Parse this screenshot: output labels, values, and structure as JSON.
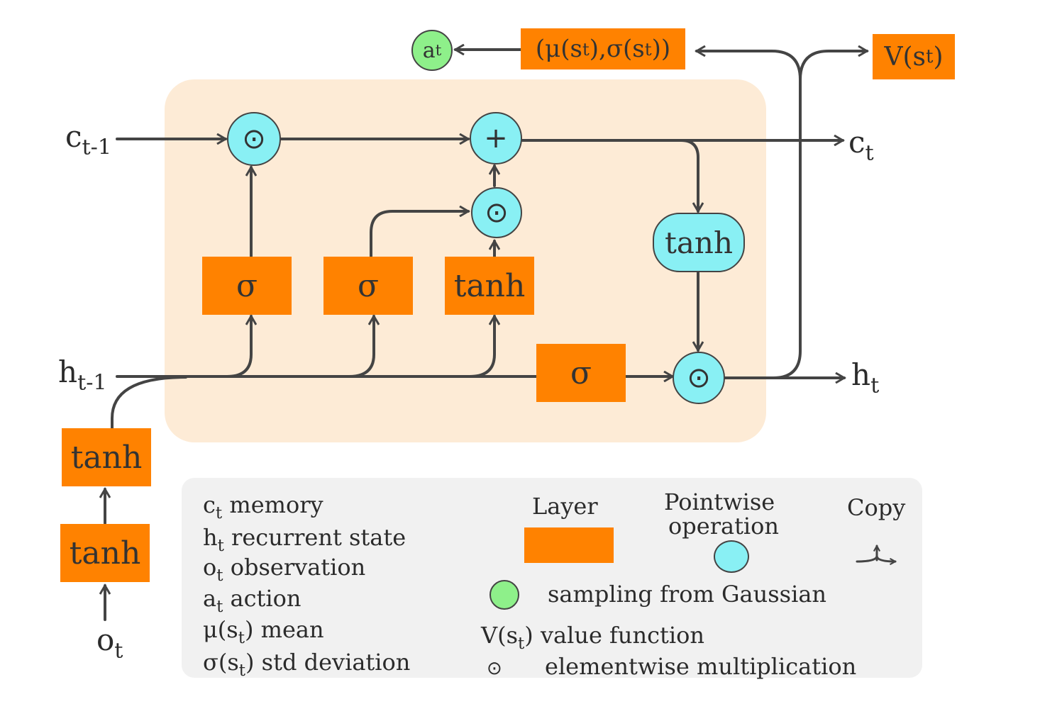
{
  "inputs": {
    "c_prev": {
      "base": "c",
      "sub": "t-1"
    },
    "h_prev": {
      "base": "h",
      "sub": "t-1"
    },
    "obs": {
      "base": "o",
      "sub": "t"
    }
  },
  "outputs": {
    "c_next": {
      "base": "c",
      "sub": "t"
    },
    "h_next": {
      "base": "h",
      "sub": "t"
    },
    "action": {
      "base": "a",
      "sub": "t"
    },
    "policy": {
      "p1": "(μ(s",
      "s1": "t",
      "p2": "),σ(s",
      "s2": "t",
      "p3": "))"
    },
    "value": {
      "p1": "V(s",
      "s1": "t",
      "p2": ")"
    }
  },
  "cell": {
    "forget_gate": "σ",
    "input_gate": "σ",
    "candidate": "tanh",
    "output_gate": "σ",
    "cell_tanh": "tanh",
    "forget_mult": "⊙",
    "add": "+",
    "input_mult": "⊙",
    "output_mult": "⊙"
  },
  "encoder": {
    "layer1": "tanh",
    "layer2": "tanh"
  },
  "legend": {
    "vars": [
      {
        "base": "c",
        "sub": "t",
        "text": " memory"
      },
      {
        "base": "h",
        "sub": "t",
        "text": " recurrent state"
      },
      {
        "base": "o",
        "sub": "t",
        "text": " observation"
      },
      {
        "base": "a",
        "sub": "t",
        "text": " action"
      },
      {
        "base": "μ(s",
        "sub": "t",
        "text": ") mean"
      },
      {
        "base": "σ(s",
        "sub": "t",
        "text": ") std deviation"
      }
    ],
    "layer_label": "Layer",
    "pointwise_label_1": "Pointwise",
    "pointwise_label_2": "operation",
    "copy_label": "Copy",
    "gaussian_text": "sampling from Gaussian",
    "value_fn": {
      "base": "V(s",
      "sub": "t",
      "text": ") value function"
    },
    "elementwise": {
      "symbol": "⊙",
      "text": "elementwise multiplication"
    }
  },
  "colors": {
    "layer": "#ff8200",
    "pointwise": "#89f0f4",
    "gaussian": "#8ef08a",
    "cell_bg": "#fdebd6",
    "legend_bg": "#f1f1f1",
    "line": "#444444"
  }
}
